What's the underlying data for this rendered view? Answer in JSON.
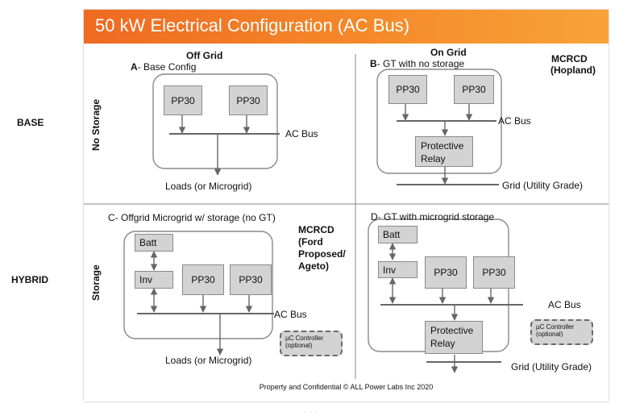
{
  "title": "50 kW Electrical Configuration (AC Bus)",
  "row_labels": {
    "base": "BASE",
    "hybrid": "HYBRID"
  },
  "side_labels": {
    "no_storage": "No Storage",
    "storage": "Storage"
  },
  "columns": {
    "off_grid": "Off Grid",
    "on_grid": "On Grid"
  },
  "quadrants": {
    "a": {
      "letter": "A",
      "title": "- Base Config",
      "units": [
        "PP30",
        "PP30"
      ],
      "bus": "AC Bus",
      "loads": "Loads (or Microgrid)"
    },
    "b": {
      "letter": "B",
      "title": "- GT with no storage",
      "units": [
        "PP30",
        "PP30"
      ],
      "bus": "AC Bus",
      "relay": [
        "Protective",
        "Relay"
      ],
      "grid": "Grid (Utility Grade)",
      "tag": [
        "MCRCD",
        "(Hopland)"
      ]
    },
    "c": {
      "title": "C- Offgrid Microgrid w/ storage (no GT)",
      "batt": "Batt",
      "inv": "Inv",
      "units": [
        "PP30",
        "PP30"
      ],
      "bus": "AC Bus",
      "loads": "Loads (or Microgrid)",
      "tag": [
        "MCRCD",
        "(Ford",
        "Proposed/",
        "Ageto)"
      ],
      "controller": [
        "µC Controller",
        "(optional)"
      ]
    },
    "d": {
      "title": "D- GT with microgrid storage",
      "batt": "Batt",
      "inv": "Inv",
      "units": [
        "PP30",
        "PP30"
      ],
      "bus": "AC Bus",
      "relay": [
        "Protective",
        "Relay"
      ],
      "grid": "Grid (Utility Grade)",
      "controller": [
        "µC Controller",
        "(optional)"
      ]
    }
  },
  "footer": "Property and Confidential  © ALL Power Labs Inc 2020",
  "colors": {
    "banner": "#ee6a22",
    "box_fill": "#d3d3d3",
    "line": "#666666"
  }
}
